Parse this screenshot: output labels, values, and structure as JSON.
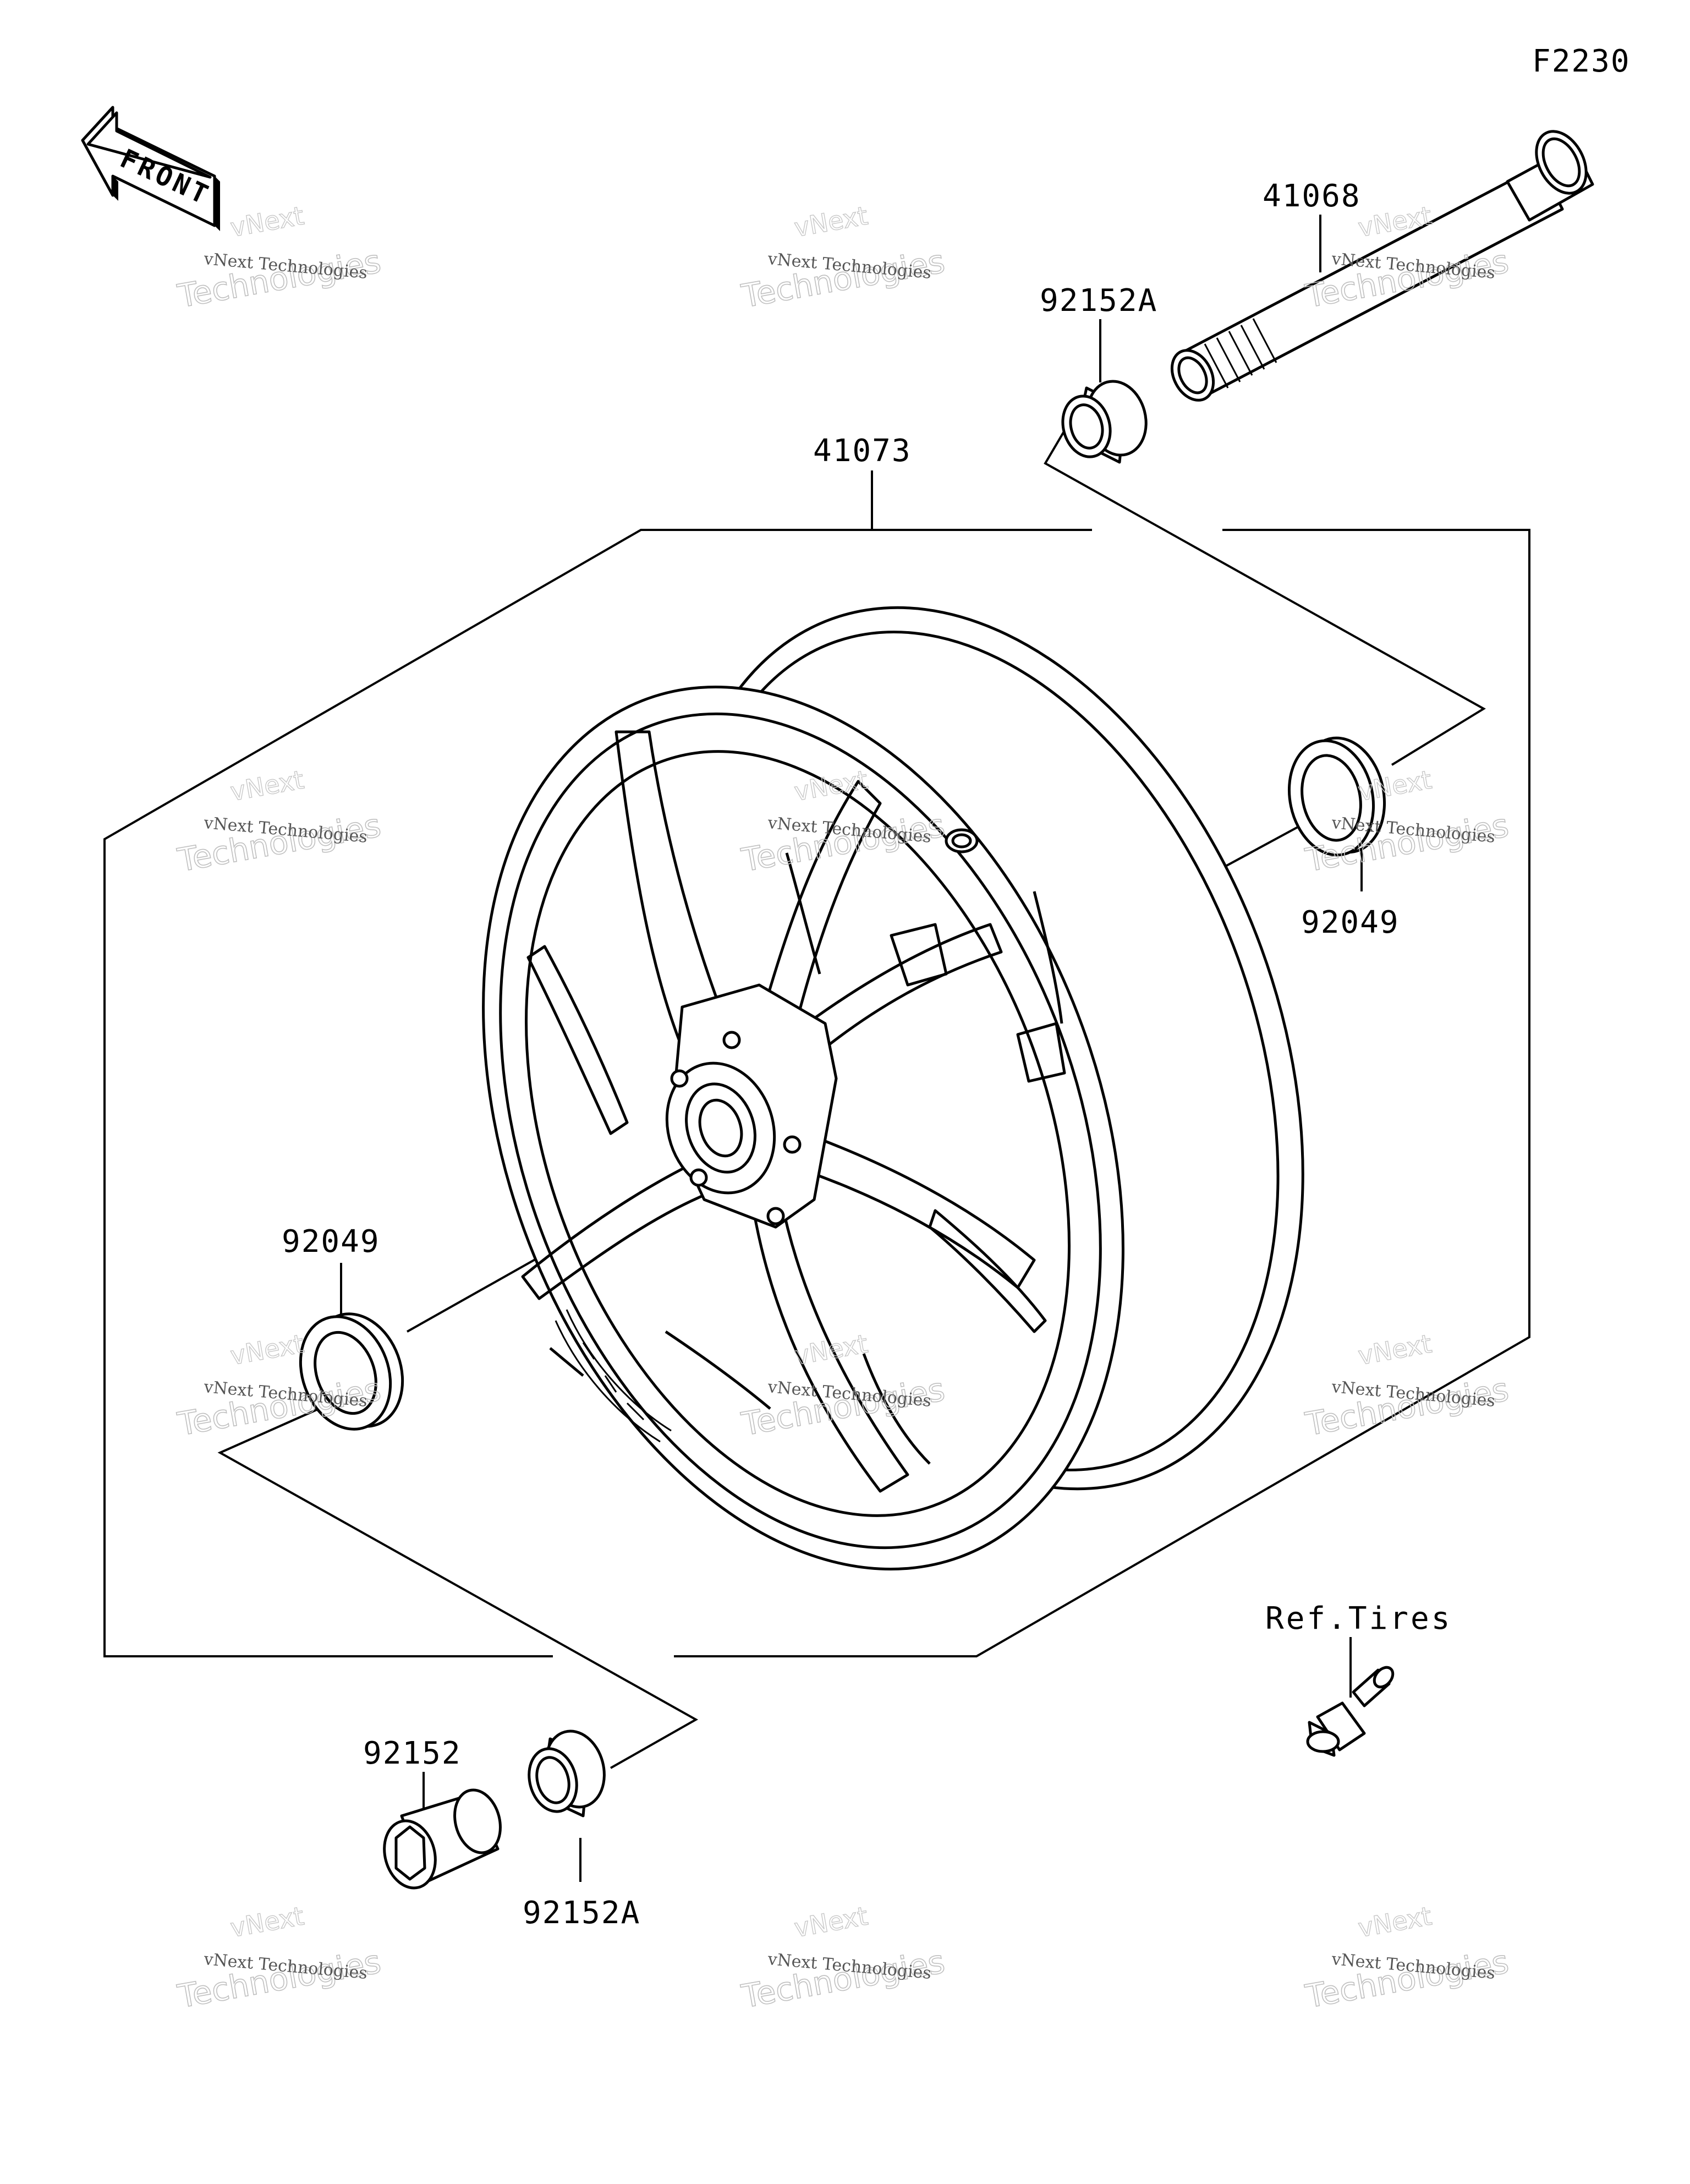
{
  "figure_code": "F2230",
  "front_arrow": {
    "text": "FRONT",
    "icon": "front-direction-arrow-icon"
  },
  "parts": {
    "axle": "41068",
    "wheel": "41073",
    "collar_right": "92152A",
    "oil_seal_right": "92049",
    "oil_seal_left": "92049",
    "collar_center": "92152",
    "collar_left": "92152A",
    "valve_ref": "Ref.Tires"
  },
  "watermark": {
    "line1": "vNext Technologies",
    "line2": "Technologies",
    "line3": "vNext"
  }
}
